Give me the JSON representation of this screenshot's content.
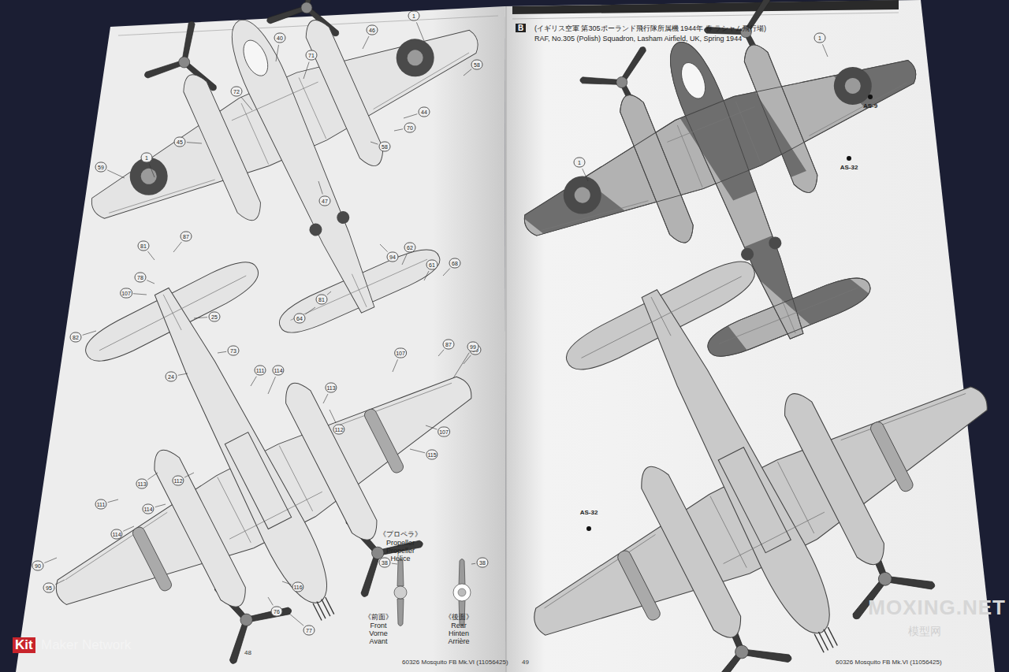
{
  "diagram": {
    "labels": [
      "1",
      "40",
      "71",
      "46",
      "58",
      "44",
      "70",
      "72",
      "45",
      "47",
      "59",
      "1",
      "58",
      "94",
      "62",
      "61",
      "68",
      "64",
      "81",
      "99",
      "87",
      "107",
      "82",
      "87",
      "81",
      "107",
      "78",
      "25",
      "24",
      "73",
      "111",
      "114",
      "112",
      "113",
      "107",
      "115",
      "99",
      "112",
      "113",
      "114",
      "116",
      "76",
      "77",
      "90",
      "95",
      "111",
      "114",
      "38",
      "38",
      "《プロペラ》",
      "Propeller",
      "Propeller",
      "Hélice",
      "《前面》",
      "Front",
      "Vorne",
      "Avant",
      "《後面》",
      "Rear",
      "Hinten",
      "Arrière",
      "48",
      "60326 Mosquito FB Mk.VI (11056425)",
      "B",
      "(イギリス空軍 第305ポーランド飛行隊所属機 1944年 春 ラシャム飛行場)",
      "RAF, No.305 (Polish) Squadron, Lasham Airfield, UK, Spring 1944",
      "1",
      "AS-9",
      "AS-32",
      "1",
      "AS-32",
      "49",
      "60326 Mosquito FB Mk.VI (11056425)",
      "Kit",
      "Maker Network",
      "MOXING.NET",
      "模型网"
    ]
  }
}
